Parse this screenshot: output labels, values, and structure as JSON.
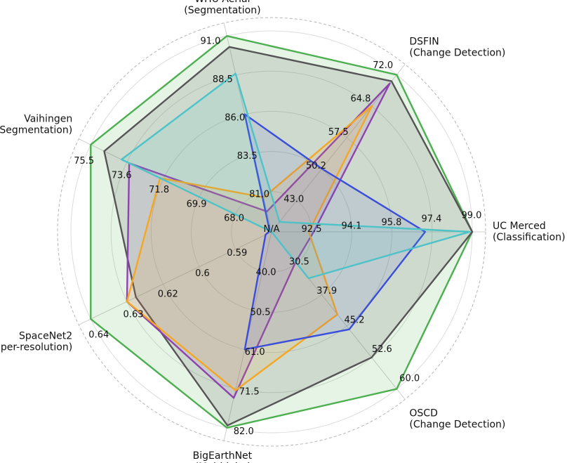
{
  "chart_data": {
    "type": "radar",
    "axes": [
      {
        "name": "UC Merced",
        "task": "(Classification)",
        "ticks": [
          "92.5",
          "94.1",
          "95.8",
          "97.4",
          "99.0"
        ],
        "min": 90.9,
        "max": 99.0
      },
      {
        "name": "DSFIN",
        "task": "(Change Detection)",
        "ticks": [
          "43.0",
          "50.2",
          "57.5",
          "64.8",
          "72.0"
        ],
        "min": 35.7,
        "max": 72.0
      },
      {
        "name": "WHU Aerial",
        "task": "(Segmentation)",
        "ticks": [
          "81.0",
          "83.5",
          "86.0",
          "88.5",
          "91.0"
        ],
        "min": 78.5,
        "max": 91.0
      },
      {
        "name": "Vaihingen",
        "task": "(Segmentation)",
        "ticks": [
          "68.0",
          "69.9",
          "71.8",
          "73.6",
          "75.5"
        ],
        "min": 66.1,
        "max": 75.5
      },
      {
        "name": "SpaceNet2",
        "task": "(Super-resolution)",
        "ticks": [
          "0.59",
          "0.6",
          "0.62",
          "0.63",
          "0.64"
        ],
        "min": 0.58,
        "max": 0.64
      },
      {
        "name": "BigEarthNet",
        "task": "(Multi-label|Calssification)",
        "ticks": [
          "40.0",
          "50.5",
          "61.0",
          "71.5",
          "82.0"
        ],
        "min": 29.5,
        "max": 82.0
      },
      {
        "name": "OSCD",
        "task": "(Change Detection)",
        "ticks": [
          "30.5",
          "37.9",
          "45.2",
          "52.6",
          "60.0"
        ],
        "min": 23.1,
        "max": 60.0
      }
    ],
    "center_label": "N/A",
    "series": [
      {
        "color": "#4CAF50",
        "fill_opacity": 0.14,
        "values": [
          99.0,
          72.0,
          91.0,
          75.5,
          0.64,
          82.0,
          60.0
        ]
      },
      {
        "color": "#555555",
        "fill_opacity": 0.16,
        "values": [
          99.0,
          70.5,
          90.3,
          74.8,
          0.625,
          81.4,
          52.6
        ]
      },
      {
        "color": "#8E44AD",
        "fill_opacity": 0.1,
        "values": [
          92.6,
          70.0,
          79.8,
          73.5,
          0.628,
          74.0,
          30.2
        ]
      },
      {
        "color": "#F5A623",
        "fill_opacity": 0.12,
        "values": [
          92.4,
          64.8,
          80.7,
          71.9,
          0.628,
          72.0,
          42.5
        ]
      },
      {
        "color": "#3A4DDB",
        "fill_opacity": 0.1,
        "values": [
          97.1,
          50.3,
          86.0,
          66.2,
          0.582,
          61.0,
          46.0
        ]
      },
      {
        "color": "#4DC3C8",
        "fill_opacity": 0.12,
        "values": [
          98.9,
          38.0,
          88.6,
          73.9,
          0.58,
          29.5,
          34.0
        ]
      }
    ]
  }
}
